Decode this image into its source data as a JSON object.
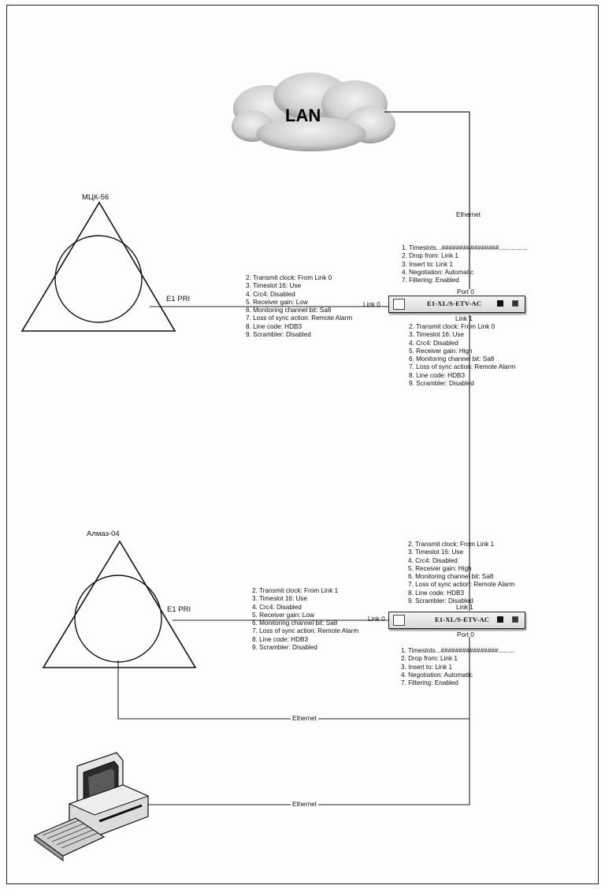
{
  "lan": {
    "label": "LAN"
  },
  "sites": {
    "top": {
      "name": "МЦК-56",
      "link_label": "E1 PRI"
    },
    "bottom": {
      "name": "Алмаз-04",
      "link_label": "E1 PRI"
    }
  },
  "ethernet_labels": {
    "top": "Ethernet",
    "mid": "Ethernet",
    "bottom": "Ethernet"
  },
  "device_top": {
    "name": "E1-XL/S-ETV-AC",
    "port_label": "Port 0",
    "link0_label": "Link 0",
    "link1_label": "Link 1",
    "port_settings": [
      "1. Timeslots...################................",
      "2. Drop from: Link 1",
      "3. Insert to: Link 1",
      "4. Negotiation: Automatic",
      "7. Filtering: Enabled"
    ],
    "link1_settings": [
      "2. Transmit clock: From Link 0",
      "3. Timeslot 16: Use",
      "4. Crc4: Disabled",
      "5. Receiver gain: High",
      "6. Monitoring channel bit: Sa8",
      "7. Loss of sync action: Remote Alarm",
      "8. Line code: HDB3",
      "9. Scrambler: Disabled"
    ]
  },
  "site_top_settings": [
    "2. Transmit clock: From Link 0",
    "3. Timeslot 16: Use",
    "4. Crc4: Disabled",
    "5. Receiver gain: Low",
    "6. Monitoring channel bit: Sa8",
    "7. Loss of sync action: Remote Alarm",
    "8. Line code: HDB3",
    "9. Scrambler: Disabled"
  ],
  "device_bottom": {
    "name": "E1-XL/S-ETV-AC",
    "port_label": "Port 0",
    "link0_label": "Link 0",
    "link1_label": "Link 1",
    "link1_settings": [
      "2. Transmit clock: From Link 1",
      "3. Timeslot 16: Use",
      "4. Crc4: Disabled",
      "5. Receiver gain: High",
      "6. Monitoring channel bit: Sa8",
      "7. Loss of sync action: Remote Alarm",
      "8. Line code: HDB3",
      "9. Scrambler: Disabled"
    ],
    "port_settings": [
      "1. Timeslots...################.........",
      "2. Drop from: Link 1",
      "3. Insert to: Link 1",
      "4. Negotiation: Automatic",
      "7. Filtering: Enabled"
    ]
  },
  "site_bottom_settings": [
    "2. Transmit clock: From Link 1",
    "3. Timeslot 16: Use",
    "4. Crc4: Disabled",
    "5. Receiver gain: Low",
    "6. Monitoring channel bit: Sa8",
    "7. Loss of sync action: Remote Alarm",
    "8. Line code: HDB3",
    "9. Scrambler: Disabled"
  ],
  "icons": {
    "cloud": "cloud-icon",
    "computer": "computer-icon"
  }
}
